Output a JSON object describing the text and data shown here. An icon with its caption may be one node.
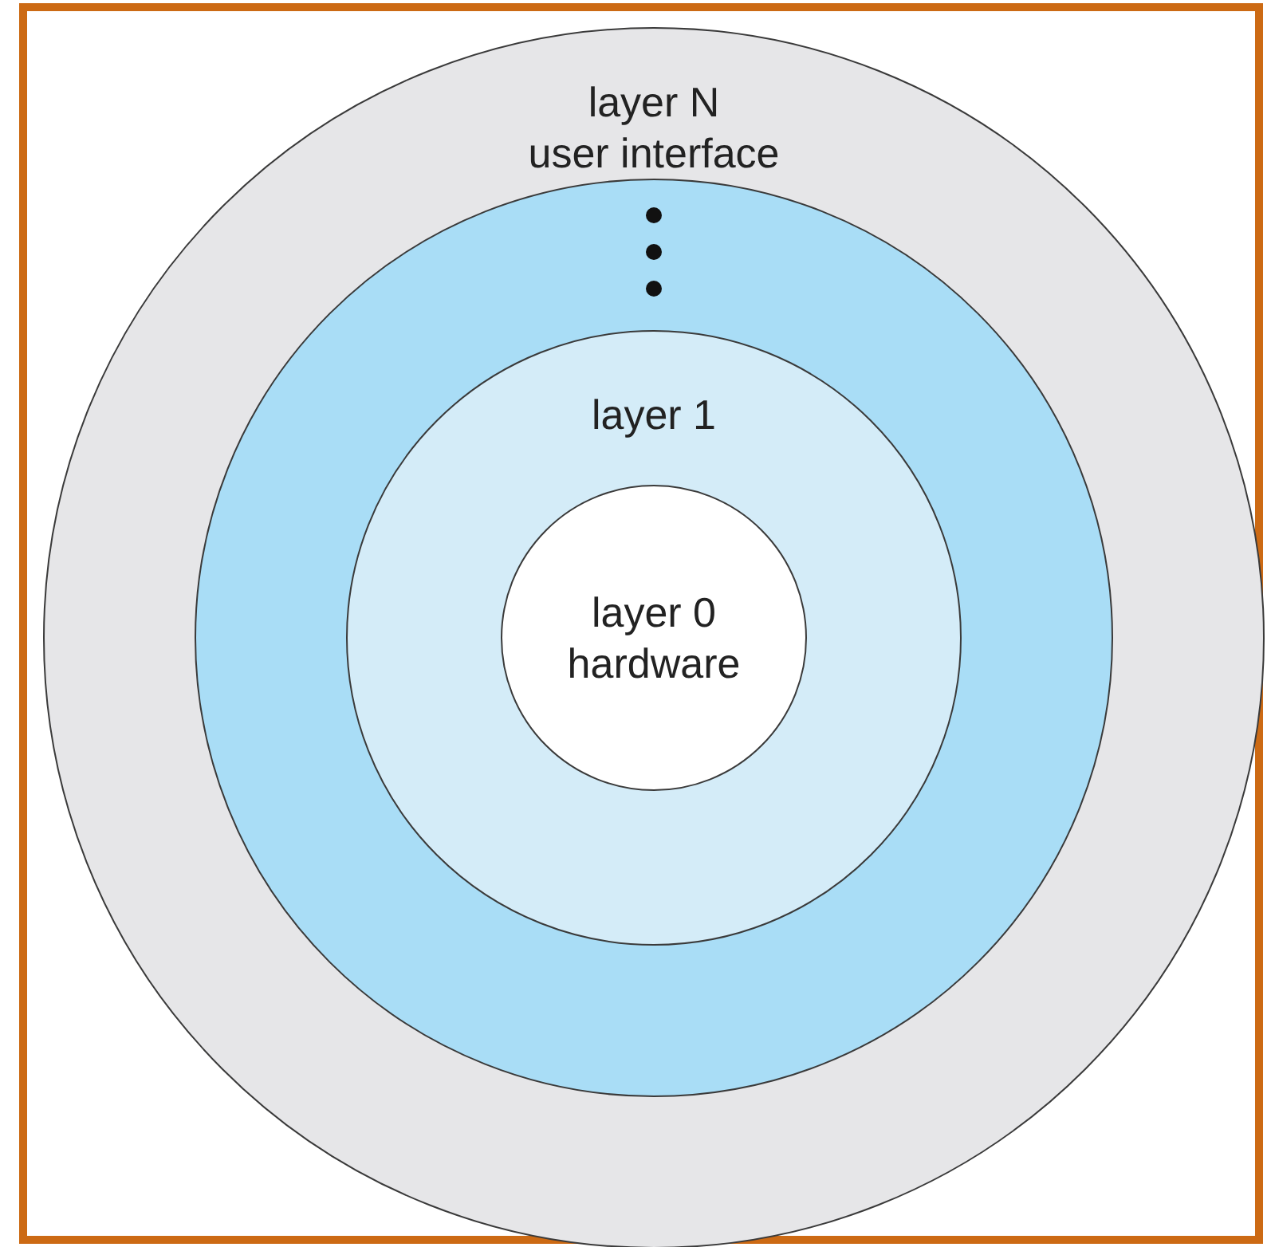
{
  "diagram": {
    "nodes": [
      {
        "text": [
          "layer N",
          "user interface"
        ]
      },
      {
        "text": [],
        "shape": "circle",
        "in": 0
      },
      {
        "text": [
          "layer 1"
        ],
        "in": 1
      },
      {
        "text": [
          "layer 0",
          "hardware"
        ],
        "in": 2
      }
    ]
  }
}
